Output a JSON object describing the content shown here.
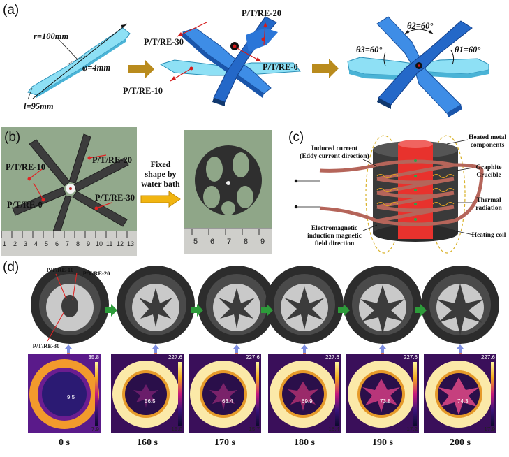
{
  "panels": {
    "a": "(a)",
    "b": "(b)",
    "c": "(c)",
    "d": "(d)"
  },
  "panel_a": {
    "r": "r=100mm",
    "phi": "φ=4mm",
    "l": "l=95mm",
    "re20": "P/T/RE-20",
    "re30": "P/T/RE-30",
    "re0": "P/T/RE-0",
    "re10": "P/T/RE-10",
    "theta2": "θ2=60°",
    "theta3": "θ3=60°",
    "theta1": "θ1=60°"
  },
  "panel_b": {
    "re10": "P/T/RE-10",
    "re20": "P/T/RE-20",
    "re0": "P/T/RE-0",
    "re30": "P/T/RE-30",
    "arrow_text_1": "Fixed",
    "arrow_text_2": "shape by",
    "arrow_text_3": "water bath",
    "ruler1": [
      "1",
      "2",
      "3",
      "4",
      "5",
      "6",
      "7",
      "8",
      "9",
      "10",
      "11",
      "12",
      "13"
    ],
    "ruler2": [
      "5",
      "6",
      "7",
      "8",
      "9"
    ]
  },
  "panel_c": {
    "heated_1": "Heated metal",
    "heated_2": "components",
    "induced_1": "Induced current",
    "induced_2": "(Eddy current direction)",
    "graphite_1": "Graphite",
    "graphite_2": "Crucible",
    "thermal_1": "Thermal",
    "thermal_2": "radiation",
    "em_1": "Electromagnetic",
    "em_2": "induction magnetic",
    "em_3": "field direction",
    "coil": "Heating coil"
  },
  "panel_d": {
    "re10": "P/T/RE-10",
    "re20": "P/T/RE-20",
    "re30": "P/T/RE-30",
    "frames": [
      {
        "time": "0 s",
        "max": "35.8",
        "min": "7.9",
        "temp": "9.5"
      },
      {
        "time": "160 s",
        "max": "227.6",
        "min": "15.0",
        "temp": "56.5"
      },
      {
        "time": "170 s",
        "max": "227.6",
        "min": "15.7",
        "temp": "63.4"
      },
      {
        "time": "180 s",
        "max": "227.6",
        "min": "16.4",
        "temp": "69.9"
      },
      {
        "time": "190 s",
        "max": "227.6",
        "min": "17.2",
        "temp": "73.8"
      },
      {
        "time": "200 s",
        "max": "227.6",
        "min": "17.9",
        "temp": "74.3"
      }
    ]
  },
  "colors": {
    "arm_light": "#6fd3f0",
    "arm_blue": "#1f6fd8",
    "arrow_gold": "#b98b1d",
    "arrow_green": "#2d9b3a",
    "coil": "#b5655a",
    "crucible": "#3a3a3a",
    "heated": "#e8322d"
  }
}
